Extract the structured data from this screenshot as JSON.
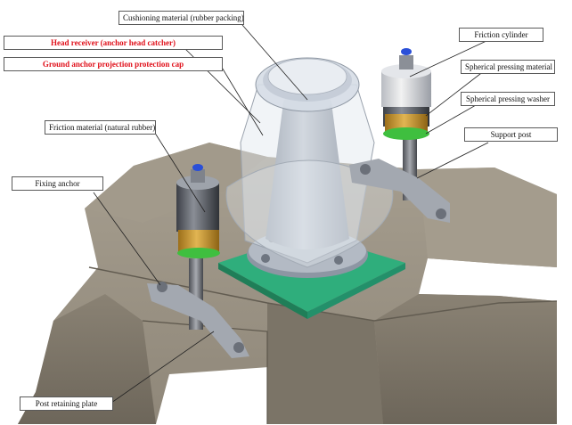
{
  "labels": {
    "cushioning_material": "Cushioning material (rubber packing)",
    "head_receiver": "Head receiver (anchor head catcher)",
    "projection_cap": "Ground anchor projection protection cap",
    "friction_cylinder": "Friction cylinder",
    "spherical_pressing_material": "Spherical pressing material",
    "spherical_pressing_washer": "Spherical pressing washer",
    "support_post": "Support post",
    "friction_material": "Friction material (natural rubber)",
    "fixing_anchor": "Fixing anchor",
    "post_retaining_plate": "Post retaining plate"
  },
  "colors": {
    "emphasis_text": "#e0101a",
    "concrete": "#8f8779",
    "concrete_light": "#b3ab9c",
    "concrete_dark": "#6f685c",
    "base_plate": "#2fae7c",
    "cap_glass": "#dfe6ee",
    "cone": "#9aa3b1",
    "rubber_band": "#c8942c",
    "washer_green": "#3fbf3f",
    "bolt_blue": "#2a4fd8"
  }
}
